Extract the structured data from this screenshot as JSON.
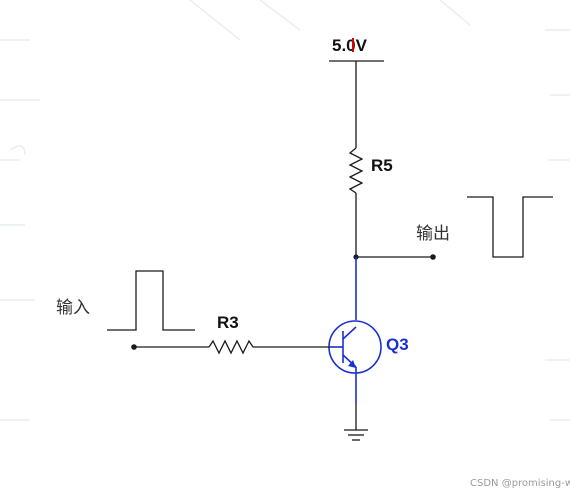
{
  "supply": {
    "voltage_label": "5.0V"
  },
  "resistors": {
    "collector_label": "R5",
    "base_label": "R3"
  },
  "transistor": {
    "label": "Q3"
  },
  "signals": {
    "input_label": "输入",
    "output_label": "输出"
  },
  "watermark": {
    "text": "CSDN @promising-w"
  },
  "colors": {
    "wire": "#1a1a1a",
    "transistor": "#1a2fd0",
    "supply_tick": "#dd0000",
    "background_lines": "#e9eef2"
  }
}
